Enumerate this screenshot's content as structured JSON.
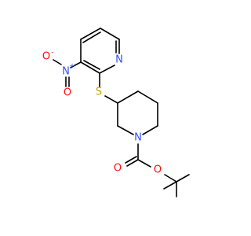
{
  "molecule": {
    "atoms": {
      "nitro_n": {
        "label": "N",
        "charge": "+",
        "color": "#3050f8"
      },
      "nitro_o": {
        "label": "O",
        "charge": "-",
        "color": "#ff0d0d"
      },
      "nitro_o2": {
        "label": "O",
        "color": "#ff0d0d"
      },
      "pyridine_n": {
        "label": "N",
        "color": "#3050f8"
      },
      "sulfur": {
        "label": "S",
        "color": "#c8a200"
      },
      "piperidine_n": {
        "label": "N",
        "color": "#3050f8"
      },
      "carbonyl_o": {
        "label": "O",
        "color": "#ff0d0d"
      },
      "ester_o": {
        "label": "O",
        "color": "#ff0d0d"
      }
    }
  }
}
